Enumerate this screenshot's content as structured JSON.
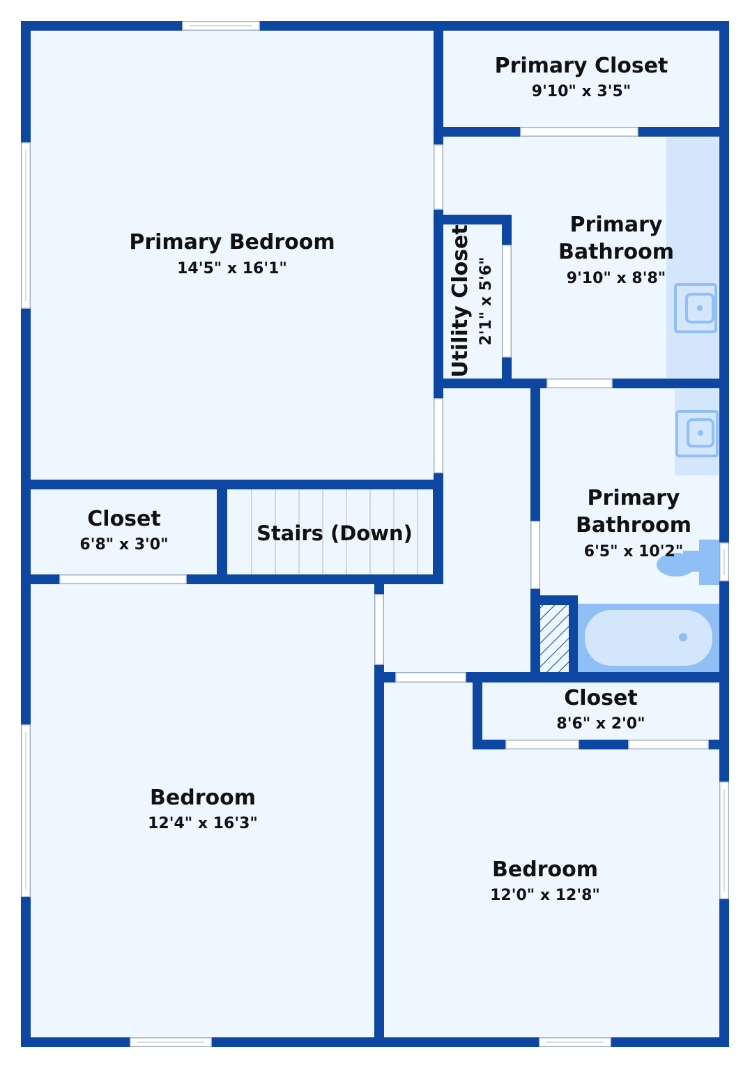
{
  "colors": {
    "wall": "#0d47a1",
    "floor": "#eef6ff",
    "fixture": "#d3e6fb",
    "fixture_stroke": "#90bff5",
    "window_frame": "#c9cdd3",
    "opening": "#ffffff"
  },
  "rooms": {
    "primary_bedroom": {
      "name": "Primary Bedroom",
      "dims": "14'5\" x 16'1\""
    },
    "primary_closet": {
      "name": "Primary Closet",
      "dims": "9'10\" x 3'5\""
    },
    "primary_bathroom_1": {
      "name_line1": "Primary",
      "name_line2": "Bathroom",
      "dims": "9'10\" x 8'8\""
    },
    "utility_closet": {
      "name": "Utility Closet",
      "dims": "2'1\" x 5'6\""
    },
    "closet_left": {
      "name": "Closet",
      "dims": "6'8\" x 3'0\""
    },
    "stairs": {
      "name": "Stairs (Down)"
    },
    "primary_bathroom_2": {
      "name_line1": "Primary",
      "name_line2": "Bathroom",
      "dims": "6'5\" x 10'2\""
    },
    "bedroom_left": {
      "name": "Bedroom",
      "dims": "12'4\" x 16'3\""
    },
    "closet_right": {
      "name": "Closet",
      "dims": "8'6\" x 2'0\""
    },
    "bedroom_right": {
      "name": "Bedroom",
      "dims": "12'0\" x 12'8\""
    }
  },
  "icons": {
    "sink_1": "sink-icon",
    "sink_2": "sink-icon",
    "toilet": "toilet-icon",
    "bathtub": "bathtub-icon",
    "shaft": "hatched-shaft-icon"
  }
}
